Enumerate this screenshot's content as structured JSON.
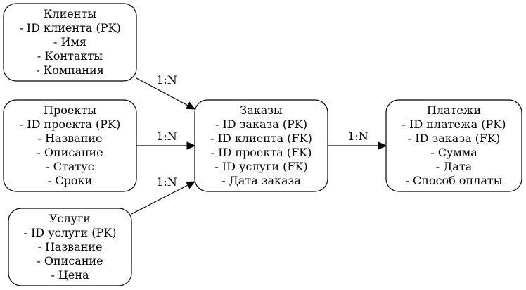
{
  "entities": [
    {
      "id": "clients",
      "title": "Клиенты",
      "fields": [
        "- ID клиента (PK)",
        "- Имя",
        "- Контакты",
        "- Компания"
      ]
    },
    {
      "id": "projects",
      "title": "Проекты",
      "fields": [
        "- ID проекта (PK)",
        "- Название",
        "- Описание",
        "- Статус",
        "- Сроки"
      ]
    },
    {
      "id": "services",
      "title": "Услуги",
      "fields": [
        "- ID услуги (PK)",
        "- Название",
        "- Описание",
        "- Цена"
      ]
    },
    {
      "id": "orders",
      "title": "Заказы",
      "fields": [
        "- ID заказа (PK)",
        "- ID клиента (FK)",
        "- ID проекта (FK)",
        "- ID услуги (FK)",
        "- Дата заказа"
      ]
    },
    {
      "id": "payments",
      "title": "Платежи",
      "fields": [
        "- ID платежа (PK)",
        "- ID заказа (FK)",
        "- Сумма",
        "- Дата",
        "- Способ оплаты"
      ]
    }
  ],
  "relations": [
    {
      "from": "clients",
      "to": "orders",
      "label": "1:N"
    },
    {
      "from": "projects",
      "to": "orders",
      "label": "1:N"
    },
    {
      "from": "services",
      "to": "orders",
      "label": "1:N"
    },
    {
      "from": "orders",
      "to": "payments",
      "label": "1:N"
    }
  ]
}
